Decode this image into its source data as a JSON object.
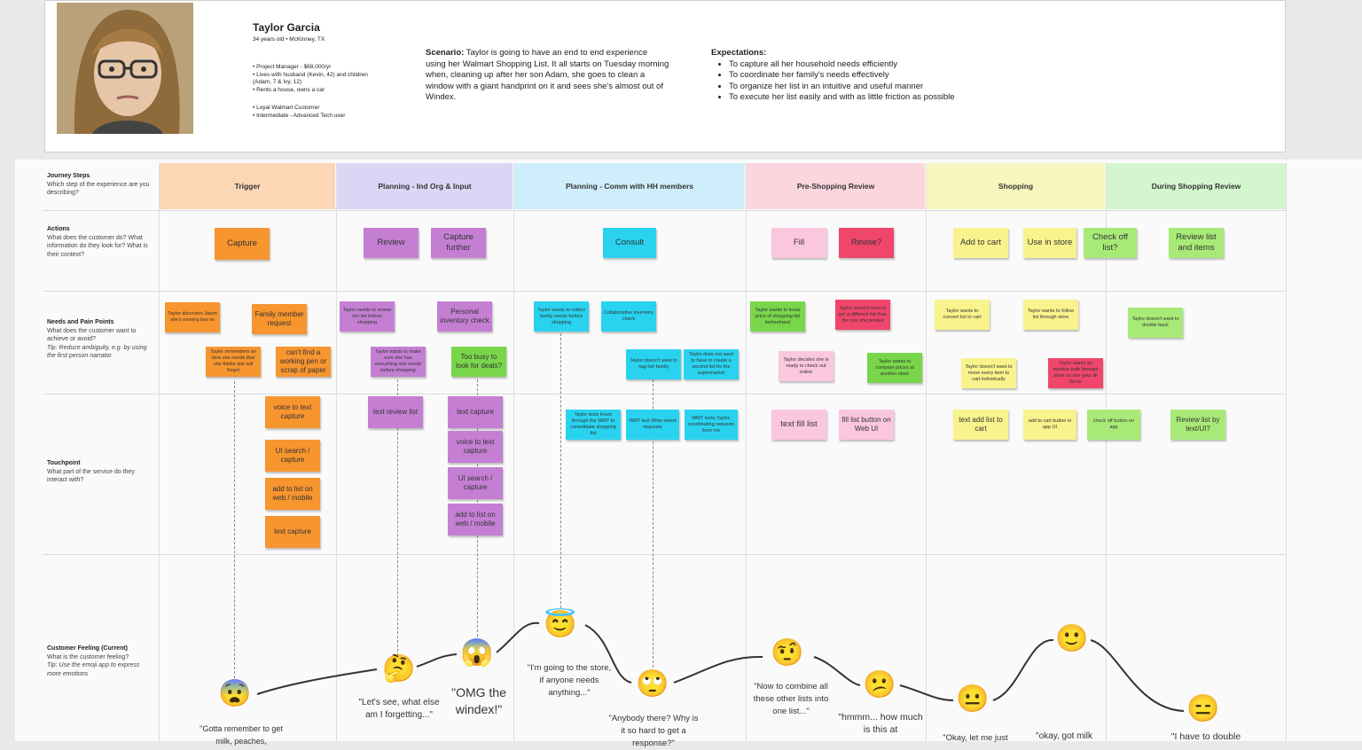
{
  "persona": {
    "name": "Taylor Garcia",
    "age_location": "34 years old • McKinney, TX",
    "bullets_1": [
      "• Project Manager - $68,000/yr",
      "• Lives with husband (Kevin, 42) and children",
      "  (Adam, 7 & Ivy, 12)",
      "• Rents a house, owns a car"
    ],
    "bullets_2": [
      "• Loyal Walmart Customer",
      "• Intermediate - Advanced Tech user"
    ],
    "scenario_label": "Scenario:",
    "scenario_text": "Taylor is going to have an end to end experience using her Walmart Shopping List. It all starts on Tuesday morning when, cleaning up after her son Adam, she goes to clean a window with a giant handprint on it and sees she's almost out of Windex.",
    "expectations_label": "Expectations:",
    "expectations": [
      "To capture all her household needs efficiently",
      "To coordinate her family's needs effectively",
      "To organize her list in an intuitive and useful manner",
      "To execute her list easily and with as little friction as possible"
    ]
  },
  "rows": {
    "journey_steps": {
      "title": "Journey Steps",
      "desc": "Which step of the experience are you describing?"
    },
    "actions": {
      "title": "Actions",
      "desc": "What does the customer do? What information do they look for? What is their context?"
    },
    "needs": {
      "title": "Needs and Pain Points",
      "desc": "What does the customer want to achieve or avoid?",
      "tip": "Tip: Reduce ambiguity, e.g. by using the first person narrator."
    },
    "touchpoint": {
      "title": "Touchpoint",
      "desc": "What part of the service do they interact with?"
    },
    "feeling": {
      "title": "Customer Feeling (Current)",
      "desc": "What is the customer feeling?",
      "tip": "Tip: Use the emoji app to express more emotions"
    }
  },
  "stages": [
    {
      "label": "Trigger",
      "color": "#fcd7b6"
    },
    {
      "label": "Planning - Ind Org & Input",
      "color": "#dcd5f6"
    },
    {
      "label": "Planning - Comm with HH members",
      "color": "#cfeefc"
    },
    {
      "label": "Pre-Shopping Review",
      "color": "#fbd6df"
    },
    {
      "label": "Shopping",
      "color": "#f8f6bf"
    },
    {
      "label": "During Shopping Review",
      "color": "#d3f6cf"
    }
  ],
  "actions": [
    "Capture",
    "Review",
    "Capture further",
    "Consult",
    "Fill",
    "Revise?",
    "Add to cart",
    "Use in store",
    "Check off list?",
    "Review list and items"
  ],
  "needs": [
    "Taylor discovers Jason she's running low on",
    "Family member request",
    "Taylor remembers an item she needs that she thinks she will forget",
    "can't find a working pen or scrap of paper",
    "Taylor needs to review her list before shopping",
    "Personal inventory check",
    "Taylor wants to make sure she has everything she needs before shopping",
    "Too busy to look for deals?",
    "Taylor wants to collect family needs before shopping",
    "Collaborative inventory check",
    "Taylor doesn't want to nag her family",
    "Taylor does not want to have to create a second list for the supermarket",
    "Taylor wants to know price of shopping list beforehand",
    "Taylor doesn't want to get a different list than the one she printed",
    "Taylor decides she is ready to check out online",
    "Taylor wants to compare prices at another store",
    "Taylor wants to convert list to cart",
    "Taylor wants to follow list through store",
    "Taylor doesn't want to move every item to cart individually",
    "Taylor wants an intuitive path through store so she gets all items",
    "Taylor doesn't want to double back"
  ],
  "touchpoints": [
    "voice to text capture",
    "UI search / capture",
    "add to list on web / mobile",
    "text capture",
    "text review list",
    "text capture",
    "voice to text capture",
    "UI search / capture",
    "add to list on web / mobile",
    "Taylor texts Kevin through the WMT to consolidate shopping list",
    "WMT text Write select requests",
    "WMT sorts Taylor, coordinating requests from mo",
    "text fill list",
    "fill list button on Web UI",
    "text add list to cart",
    "add to cart button in app UI",
    "check off button on app",
    "Review list by text/UI?"
  ],
  "feelings": [
    {
      "emoji": "😨",
      "name": "fearful-face-icon",
      "quote": "\"Gotta remember to get milk, peaches,"
    },
    {
      "emoji": "🤔",
      "name": "thinking-face-icon",
      "quote": "\"Let's see, what else am I forgetting...\""
    },
    {
      "emoji": "😱",
      "name": "screaming-face-icon",
      "quote": "\"OMG the windex!\""
    },
    {
      "emoji": "😇",
      "name": "halo-face-icon",
      "quote": "\"I'm going to the store, if anyone needs anything...\""
    },
    {
      "emoji": "🙄",
      "name": "eye-roll-face-icon",
      "quote": "\"Anybody there? Why is it so hard to get a response?\""
    },
    {
      "emoji": "🤨",
      "name": "raised-eyebrow-face-icon",
      "quote": "\"Now to combine all these other lists into one list...\""
    },
    {
      "emoji": "😕",
      "name": "confused-face-icon",
      "quote": "\"hmmm... how much is this at"
    },
    {
      "emoji": "😐",
      "name": "neutral-face-icon",
      "quote": "\"Okay, let me just"
    },
    {
      "emoji": "🙂",
      "name": "slight-smile-face-icon",
      "quote": "\"okay, got milk"
    },
    {
      "emoji": "😑",
      "name": "expressionless-face-icon",
      "quote": "\"I have to double"
    }
  ]
}
